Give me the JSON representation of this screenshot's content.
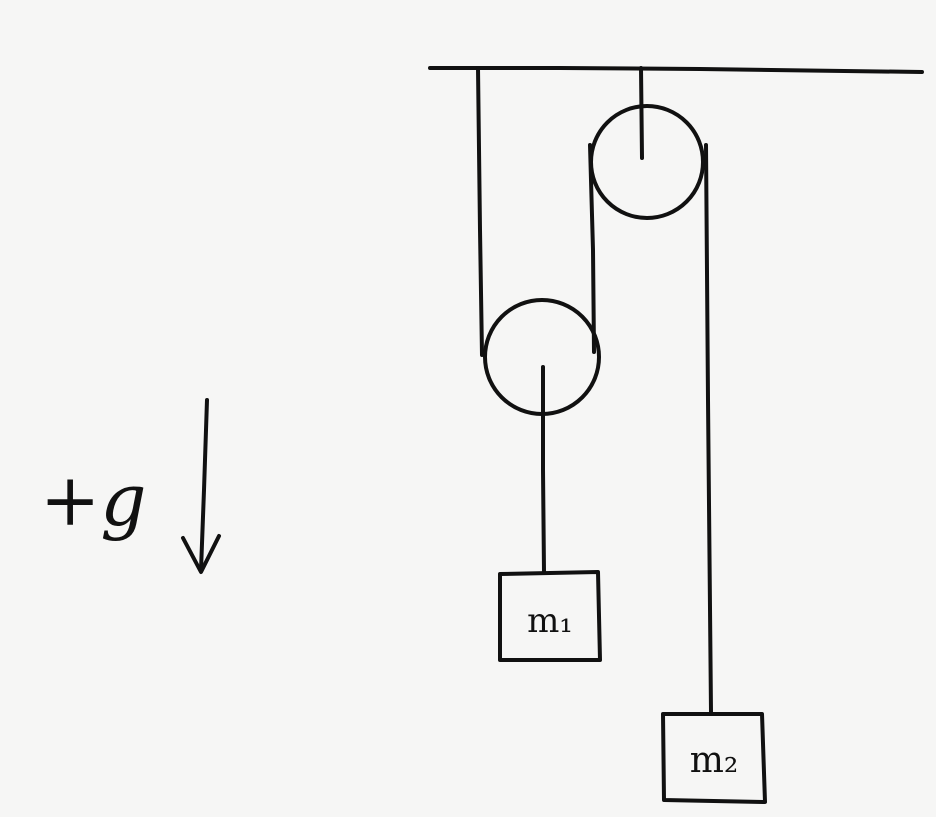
{
  "labels": {
    "gravity": "+g",
    "mass_1": "m₁",
    "mass_2": "m₂"
  },
  "colors": {
    "ink": "#111111",
    "paper": "#f6f6f5"
  },
  "icons": {
    "gravity_direction": "arrow-down-icon"
  }
}
